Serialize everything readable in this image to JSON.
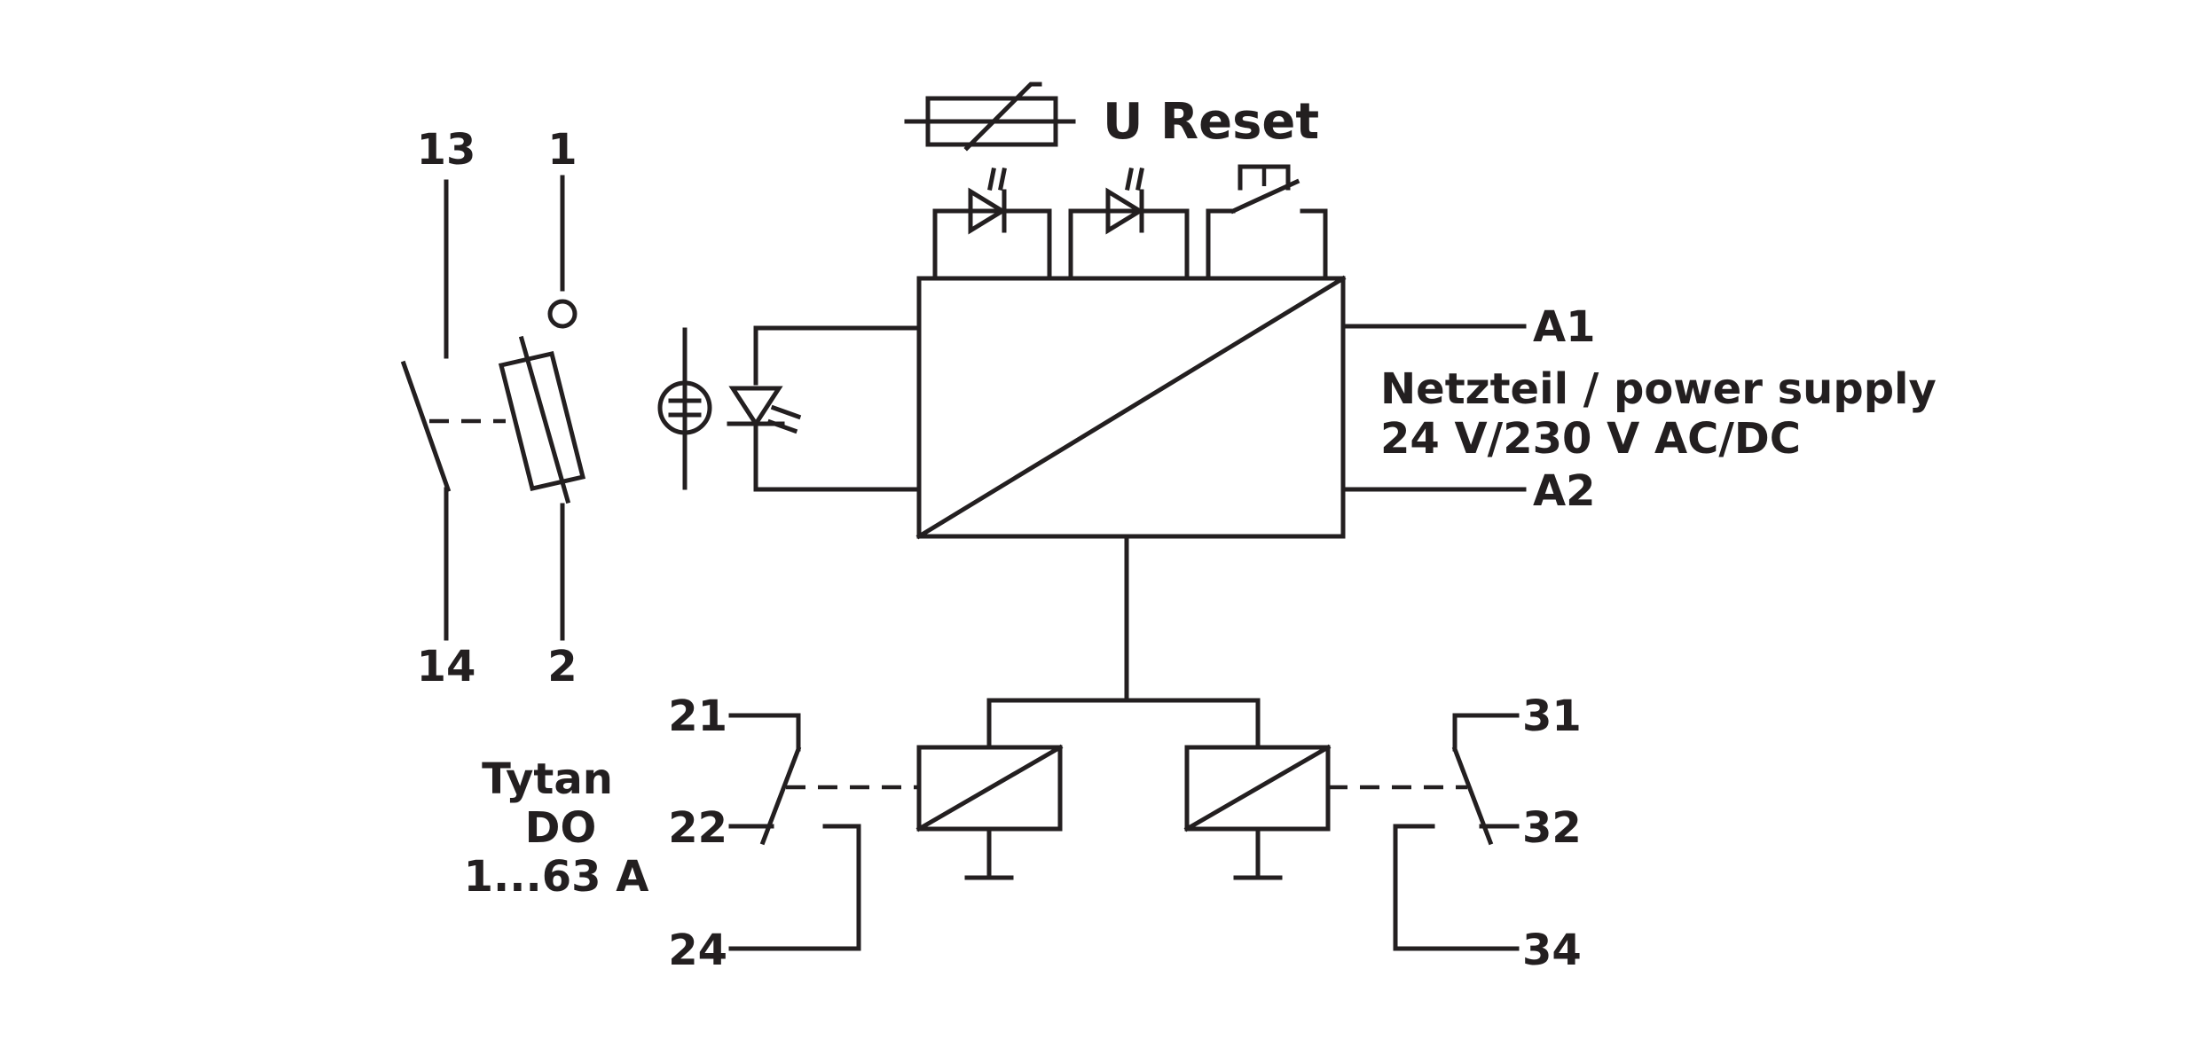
{
  "diagram": {
    "terminals": {
      "t13": "13",
      "t1": "1",
      "t14": "14",
      "t2": "2",
      "a1": "A1",
      "a2": "A2",
      "t21": "21",
      "t22": "22",
      "t24": "24",
      "t31": "31",
      "t32": "32",
      "t34": "34"
    },
    "reset_label": "U Reset",
    "power_supply_line1": "Netzteil / power supply",
    "power_supply_line2": "24 V/230 V AC/DC",
    "fuse_label_line1": "Tytan",
    "fuse_label_line2": "DO",
    "fuse_label_line3": "1...63 A"
  }
}
